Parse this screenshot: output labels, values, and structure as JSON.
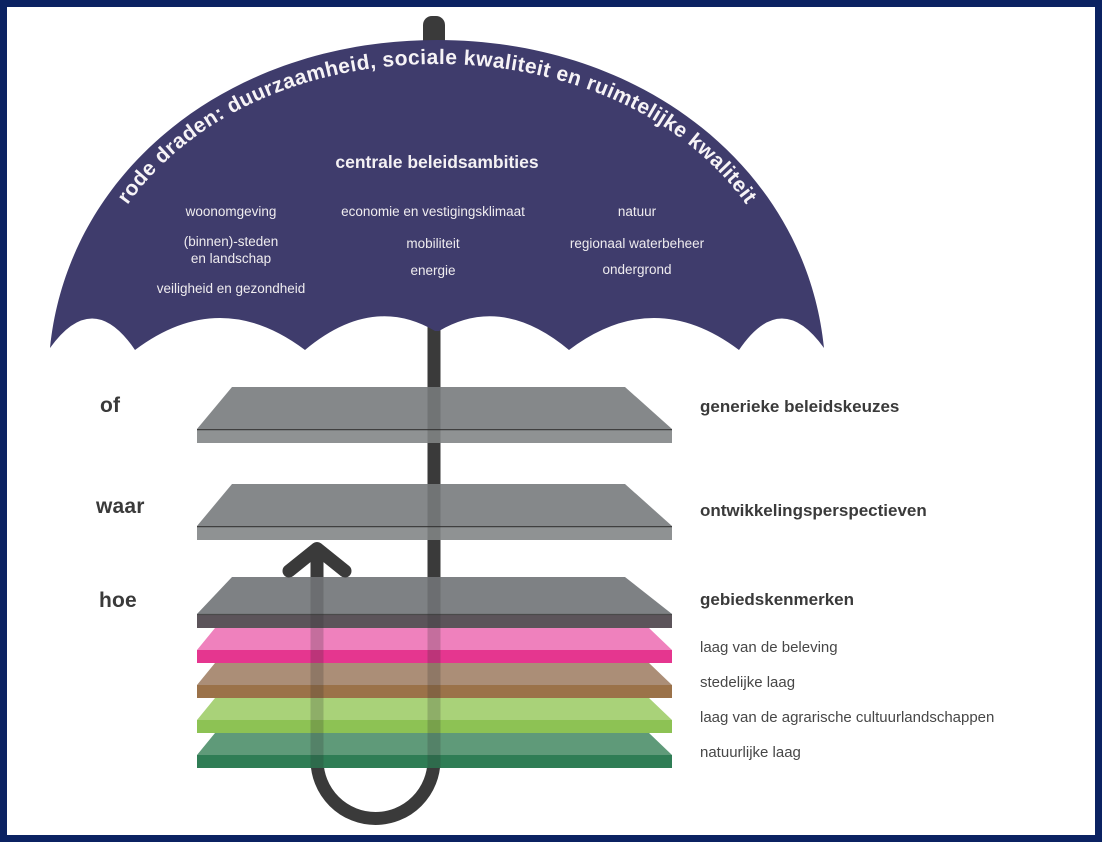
{
  "frame": {
    "border_color": "#0B2262",
    "background_color": "#FFFFFF"
  },
  "umbrella": {
    "arc_text": "rode draden: duurzaamheid, sociale kwaliteit en ruimtelijke kwaliteit",
    "title": "centrale beleidsambities",
    "canopy_color": "#3F3C6C",
    "text_color": "#FFFFFF",
    "columns": [
      {
        "lines": [
          "woonomgeving",
          "(binnen)-steden",
          "en landschap",
          "veiligheid en gezondheid"
        ]
      },
      {
        "lines": [
          "economie en vestigingsklimaat",
          "mobiliteit",
          "energie"
        ]
      },
      {
        "lines": [
          "natuur",
          "regionaal waterbeheer",
          "ondergrond"
        ]
      }
    ]
  },
  "questions": [
    {
      "label": "of"
    },
    {
      "label": "waar"
    },
    {
      "label": "hoe"
    }
  ],
  "planes": [
    {
      "name": "generieke beleidskeuzes",
      "top_color": "#85888A",
      "front_color": "#8F9293"
    },
    {
      "name": "ontwikkelingsperspectieven",
      "top_color": "#85888A",
      "front_color": "#8F9293"
    },
    {
      "name": "gebiedskenmerken",
      "top_color": "#7E8184",
      "front_color": "#5C545A"
    }
  ],
  "layers": [
    {
      "name": "laag van de beleving",
      "top_color": "#EF81BD",
      "front_color": "#E5368F"
    },
    {
      "name": "stedelijke laag",
      "top_color": "#AB8E77",
      "front_color": "#9B7249"
    },
    {
      "name": "laag van de agrarische cultuurlandschappen",
      "top_color": "#A9D279",
      "front_color": "#8DC254"
    },
    {
      "name": "natuurlijke laag",
      "top_color": "#5F9A79",
      "front_color": "#2F7D55"
    }
  ],
  "pole_color": "#3A3A3A"
}
